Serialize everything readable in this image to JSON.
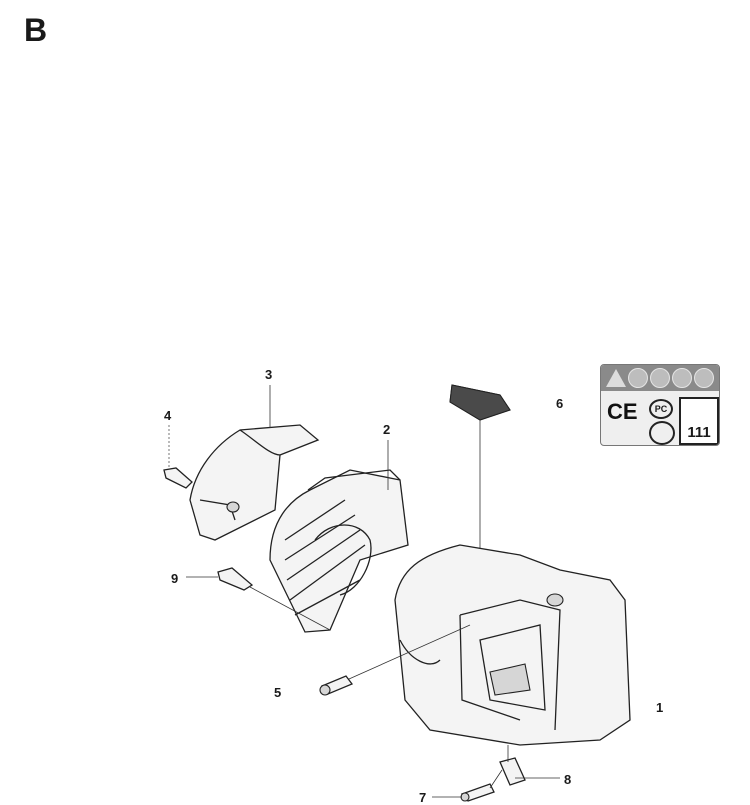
{
  "diagram": {
    "section_letter": "B",
    "callouts": [
      {
        "id": "1",
        "label": "1"
      },
      {
        "id": "2",
        "label": "2"
      },
      {
        "id": "3",
        "label": "3"
      },
      {
        "id": "4",
        "label": "4"
      },
      {
        "id": "5",
        "label": "5"
      },
      {
        "id": "6",
        "label": "6"
      },
      {
        "id": "7",
        "label": "7"
      },
      {
        "id": "8",
        "label": "8"
      },
      {
        "id": "9",
        "label": "9"
      }
    ],
    "decal": {
      "ce_mark": "CE",
      "pct_mark": "PC",
      "sound_level": "111"
    }
  }
}
